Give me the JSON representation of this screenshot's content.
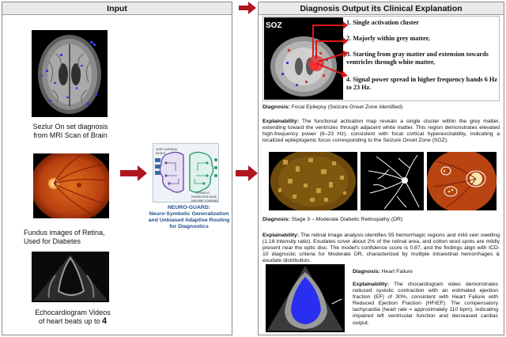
{
  "left_panel": {
    "title": "Input",
    "captions": {
      "mri": "Sezlur On set diagnosis from MRI Scan of Brain",
      "retina": "Fundus images of Retina, Used for Diabetes",
      "echo_line1": "Echocardiogram Videos",
      "echo_line2": "of heart beats up to",
      "echo_num": "4"
    }
  },
  "neuro_guard": {
    "label_line1": "NEURO-GUARD:",
    "label_line2": "Neuro-Symbolic Generalization and Unbiased Adaptive Routing for Diagnostics",
    "inner_labels": [
      "DEEP LEARNING",
      "NEURO",
      "SYMBOLIC",
      "KNOWLEDGE BASE",
      "MACHINE LEARNING"
    ]
  },
  "right_panel": {
    "title": "Diagnosis Output its Clinical Explanation",
    "soz": {
      "label": "SOZ",
      "items": [
        "1. Single activation cluster",
        "2. Majorly within grey matter,",
        "3. Starting from gray matter and extension towards ventricles through white matter,",
        "4. Signal power spread in higher frequency bands 6 Hz to 23 Hz."
      ]
    },
    "epilepsy": {
      "diag_label": "Diagnosis:",
      "diag_value": "Focal Epilepsy (Seizure Onset Zone Identified)",
      "expl_label": "Explainability:",
      "expl_text": "The functional activation map reveals a single cluster within the grey matter, extending toward the ventricles through adjacent white matter. This region demonstrates elevated high-frequency power (6–23 Hz), consistent with focal cortical hyperexcitability, indicating a localized epileptogenic focus corresponding to the Seizure Onset Zone (SOZ)."
    },
    "dr": {
      "diag_label": "Diagnosis:",
      "diag_value": "Stage 3 – Moderate Diabetic Retinopathy (DR)",
      "expl_label": "Explainability:",
      "expl_text": "The retinal image analysis identifies 55 hemorrhagic regions and mild vein swelling (1.18 intensity ratio). Exudates cover about 2% of the retinal area, and cotton wool spots are mildly present near the optic disc. The model's confidence score is 0.87, and the findings align with ICD-10 diagnostic criteria for Moderate DR, characterized by multiple intraretinal hemorrhages & exudate distribution."
    },
    "hf": {
      "diag_label": "Diagnosis:",
      "diag_value": "Heart Failure",
      "expl_label": "Explainability:",
      "expl_text": "The chocardiogram video demonstrates reduced systolic contraction with an estimated ejection fraction (EF) of 30%, consistent with Heart Failure with Reduced Ejection Fraction (HFrEF). The compensatory tachycardia (heart rate = approximately 110 bpm), indicating impaired left ventricular function and decreased cardiac output."
    }
  },
  "colors": {
    "arrow": "#b0161e",
    "header_bg": "#e9e9e9",
    "ng_text": "#1f4e8c",
    "lv_blue": "#2a2ef0"
  }
}
